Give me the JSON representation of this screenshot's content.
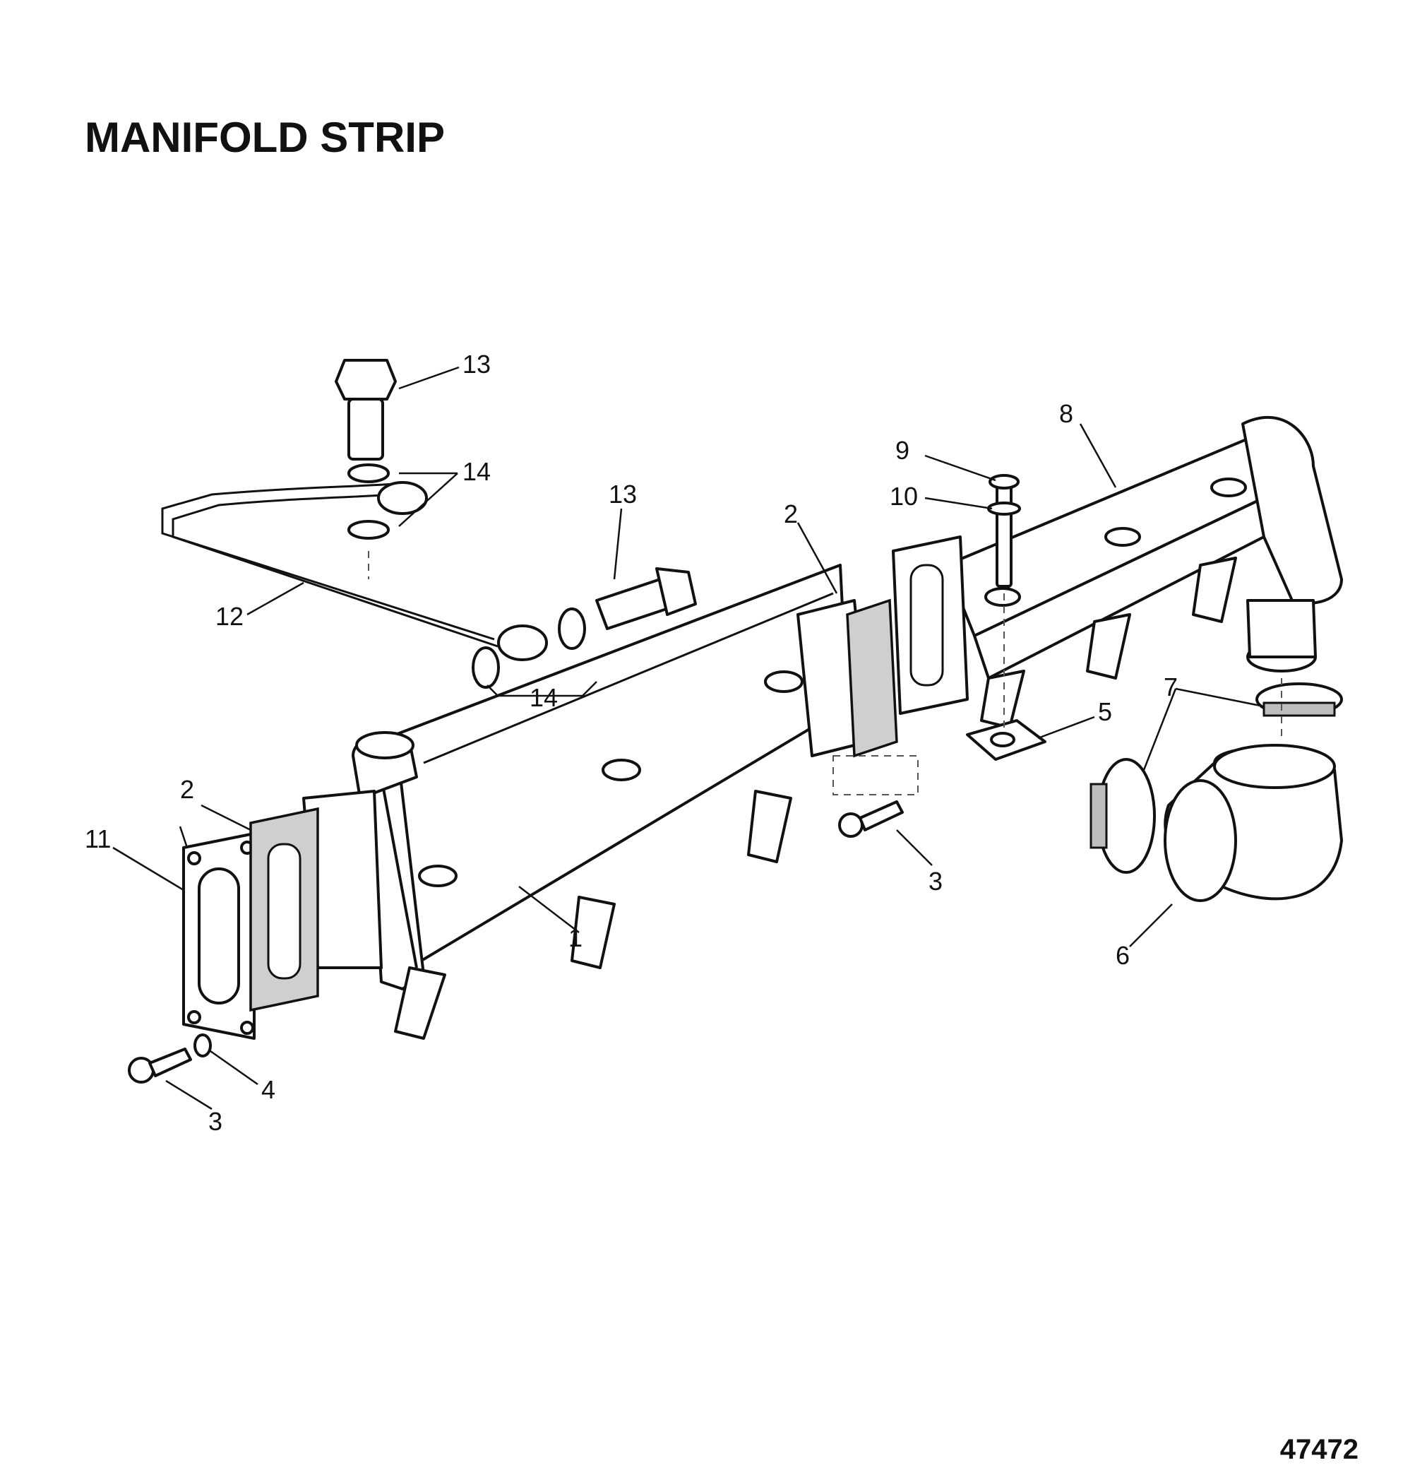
{
  "title": "MANIFOLD STRIP",
  "figure_number": "47472",
  "callouts": [
    {
      "label": "1"
    },
    {
      "label": "2"
    },
    {
      "label": "2"
    },
    {
      "label": "3"
    },
    {
      "label": "3"
    },
    {
      "label": "4"
    },
    {
      "label": "5"
    },
    {
      "label": "6"
    },
    {
      "label": "7"
    },
    {
      "label": "8"
    },
    {
      "label": "9"
    },
    {
      "label": "10"
    },
    {
      "label": "11"
    },
    {
      "label": "12"
    },
    {
      "label": "13"
    },
    {
      "label": "13"
    },
    {
      "label": "14"
    },
    {
      "label": "14"
    }
  ]
}
